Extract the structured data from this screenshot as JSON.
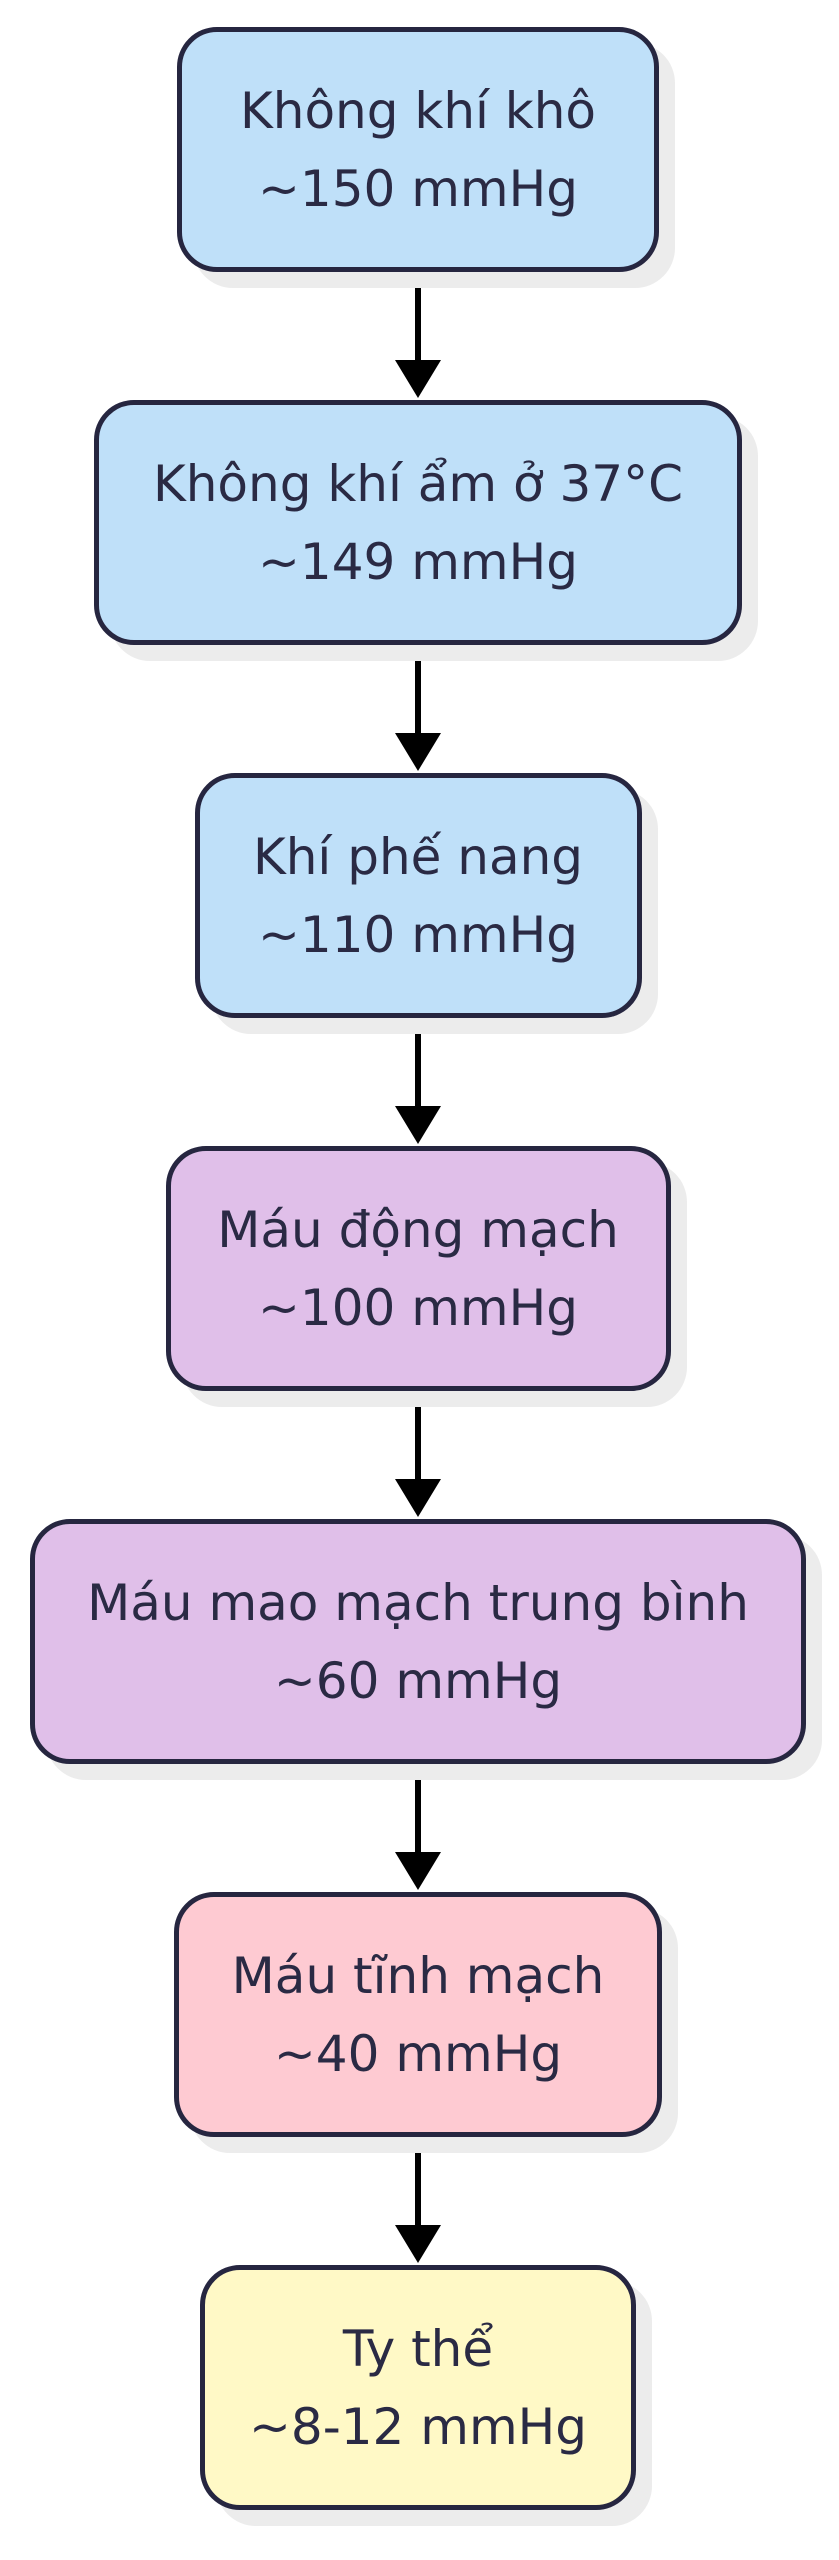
{
  "colors": {
    "stroke": "#262640",
    "text": "#2a2a44",
    "arrow": "#000000",
    "shadow": "#ececec",
    "air": "#bfe0f9",
    "blood": "#e0bfe9",
    "venous": "#fecad2",
    "mito": "#fff9c6"
  },
  "nodes": [
    {
      "label": "Không khí khô",
      "value": "~150 mmHg",
      "color": "#bfe0f9"
    },
    {
      "label": "Không khí ẩm ở 37°C",
      "value": "~149 mmHg",
      "color": "#bfe0f9"
    },
    {
      "label": "Khí phế nang",
      "value": "~110 mmHg",
      "color": "#bfe0f9"
    },
    {
      "label": "Máu động mạch",
      "value": "~100 mmHg",
      "color": "#e0bfe9"
    },
    {
      "label": "Máu mao mạch trung bình",
      "value": "~60 mmHg",
      "color": "#e0bfe9"
    },
    {
      "label": "Máu tĩnh mạch",
      "value": "~40 mmHg",
      "color": "#fecad2"
    },
    {
      "label": "Ty thể",
      "value": "~8-12 mmHg",
      "color": "#fff9c6"
    }
  ],
  "edges": [
    {
      "from": 0,
      "to": 1
    },
    {
      "from": 1,
      "to": 2
    },
    {
      "from": 2,
      "to": 3
    },
    {
      "from": 3,
      "to": 4
    },
    {
      "from": 4,
      "to": 5
    },
    {
      "from": 5,
      "to": 6
    }
  ]
}
